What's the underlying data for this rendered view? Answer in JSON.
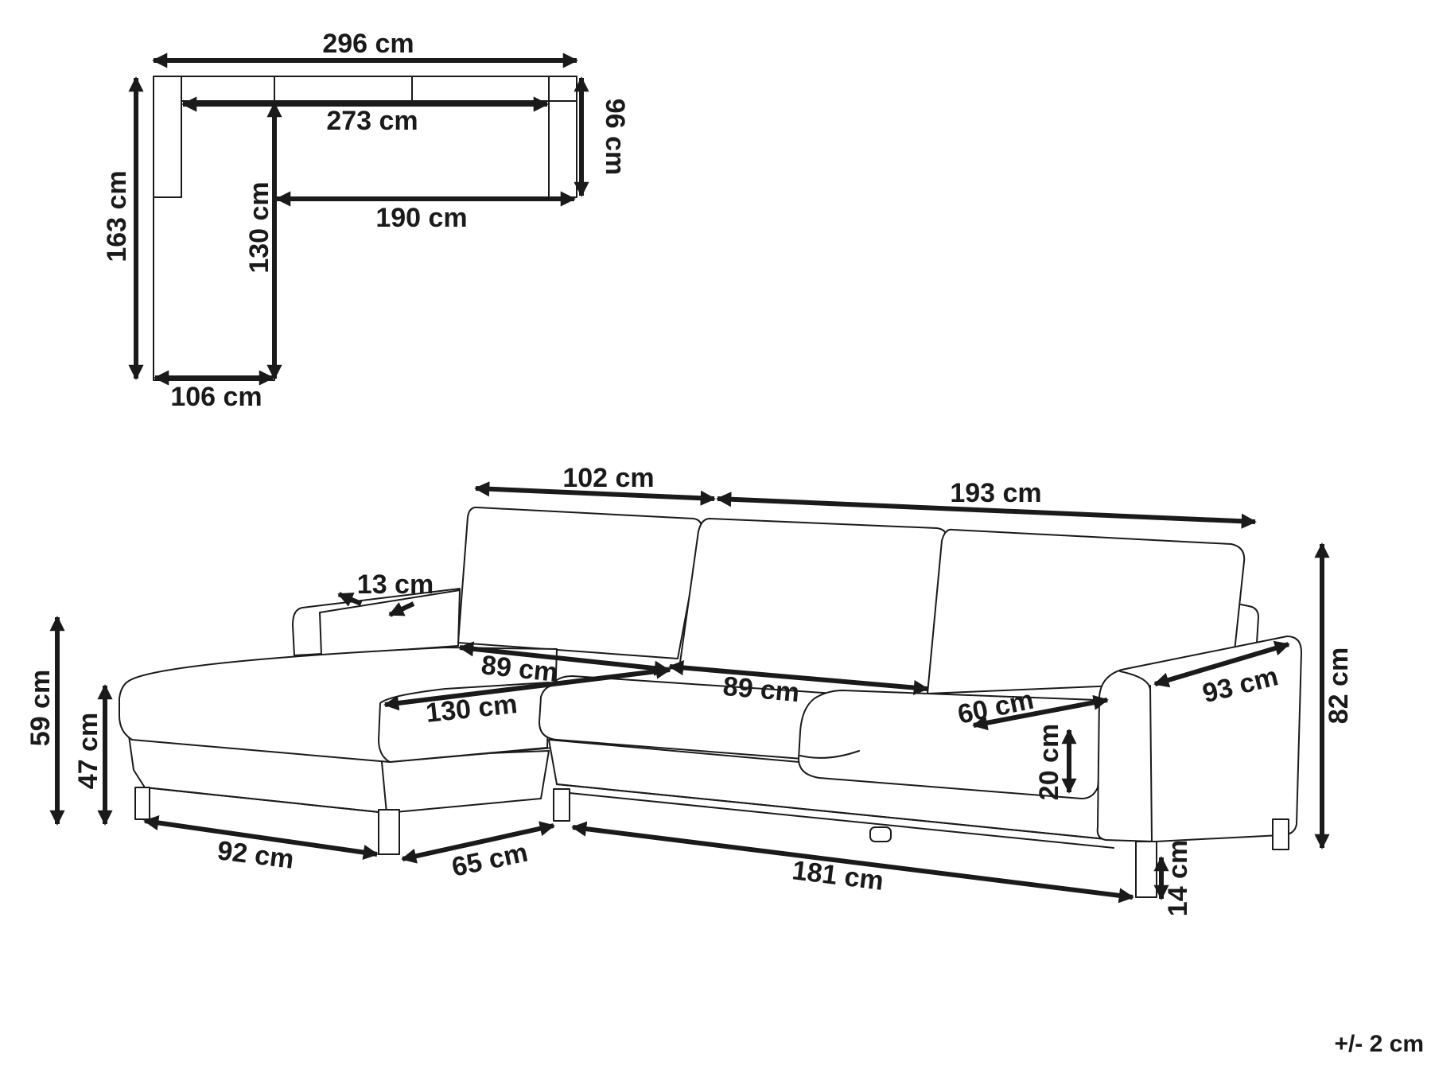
{
  "plan": {
    "total_width": "296 cm",
    "inner_width": "273 cm",
    "seat_width": "190 cm",
    "depth_right": "96 cm",
    "depth_left": "163 cm",
    "chaise_inner_depth": "130 cm",
    "chaise_width": "106 cm"
  },
  "elevation": {
    "chaise_back": "102 cm",
    "main_back": "193 cm",
    "armrest_width": "13 cm",
    "seat_depth_a": "89 cm",
    "seat_depth_b": "89 cm",
    "chaise_length": "130 cm",
    "seat_inner": "60 cm",
    "arm_depth": "93 cm",
    "total_height": "82 cm",
    "back_height": "59 cm",
    "seat_height": "47 cm",
    "cushion_height": "20 cm",
    "leg_height": "14 cm",
    "chaise_front": "92 cm",
    "chaise_side": "65 cm",
    "base_length": "181 cm"
  },
  "tolerance": "+/- 2 cm"
}
